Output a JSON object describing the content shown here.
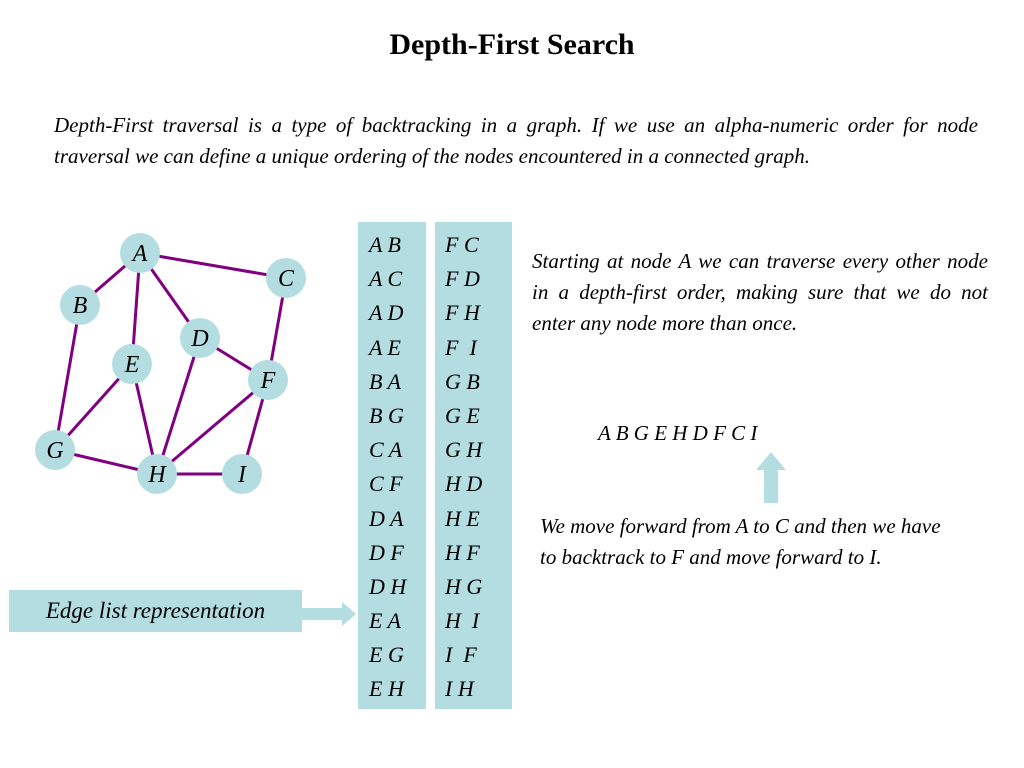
{
  "title": "Depth-First Search",
  "intro": "Depth-First traversal is a type of backtracking in a graph.  If we use an alpha-numeric order for node traversal we can define a unique ordering of the nodes encountered in a connected graph.",
  "graph": {
    "nodes": [
      "A",
      "B",
      "C",
      "D",
      "E",
      "F",
      "G",
      "H",
      "I"
    ],
    "edges": [
      [
        "A",
        "B"
      ],
      [
        "A",
        "C"
      ],
      [
        "A",
        "D"
      ],
      [
        "A",
        "E"
      ],
      [
        "B",
        "G"
      ],
      [
        "C",
        "F"
      ],
      [
        "D",
        "F"
      ],
      [
        "D",
        "H"
      ],
      [
        "E",
        "G"
      ],
      [
        "E",
        "H"
      ],
      [
        "F",
        "H"
      ],
      [
        "F",
        "I"
      ],
      [
        "G",
        "H"
      ],
      [
        "H",
        "I"
      ]
    ],
    "node_color": "#b4dde2",
    "edge_color": "#800080"
  },
  "edge_list": {
    "column1": [
      "A B",
      "A C",
      "A D",
      "A E",
      "B A",
      "B G",
      "C A",
      "C F",
      "D A",
      "D F",
      "D H",
      "E A",
      "E G",
      "E H"
    ],
    "column2": [
      "F C",
      "F D",
      "F H",
      "F  I",
      "G B",
      "G E",
      "G H",
      "H D",
      "H E",
      "H F",
      "H G",
      "H  I",
      "I  F",
      "I H"
    ]
  },
  "description": "Starting at node A we can traverse every other node in a depth-first order, making sure that we do not enter any node more than once.",
  "traversal_order": "A B G E H D F C I",
  "backtrack_note": "We move forward from A to C and then we have to backtrack to F and move forward to I.",
  "edge_list_label": "Edge list representation",
  "colors": {
    "panel": "#b4dde2",
    "edge": "#800080"
  }
}
